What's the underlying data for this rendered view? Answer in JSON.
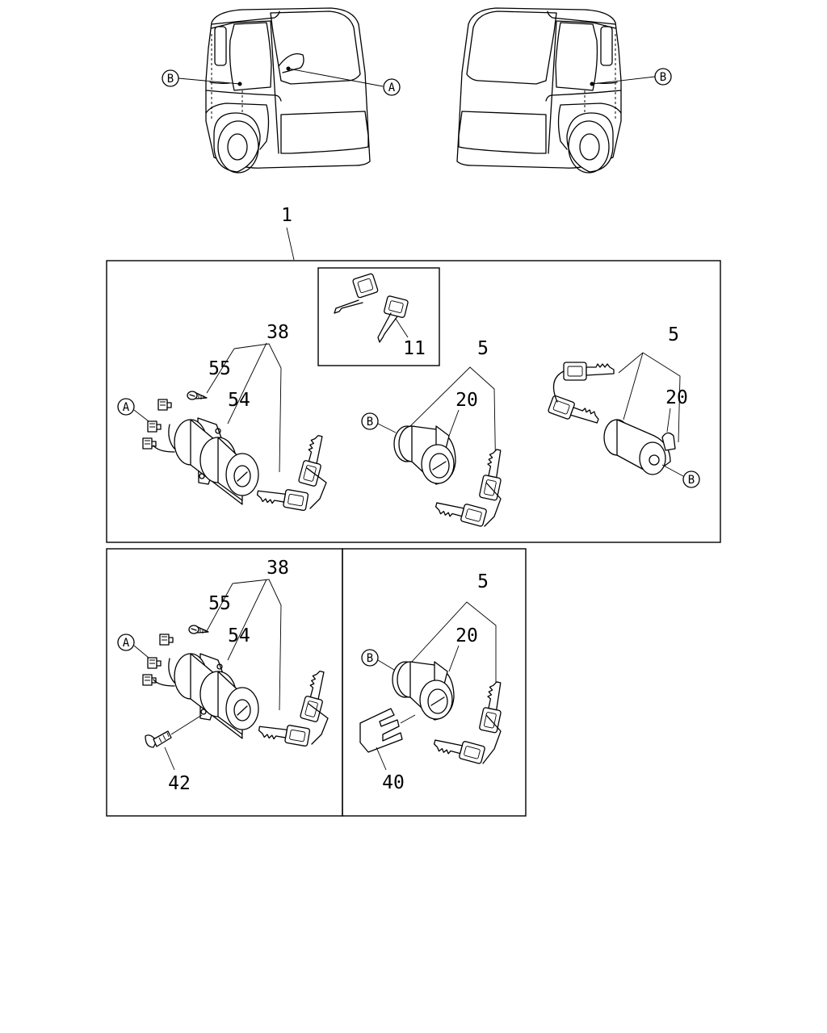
{
  "callouts": {
    "assembly": "1",
    "key": "11",
    "ignition_lock_set": "38",
    "door_lock_set": "5",
    "lock_cylinder": "54",
    "screw": "55",
    "door_cylinder": "20",
    "bolt": "42",
    "retainer": "40"
  },
  "reference_marks": {
    "a": "A",
    "b": "B"
  },
  "colors": {
    "line": "#000000",
    "background": "#ffffff"
  }
}
